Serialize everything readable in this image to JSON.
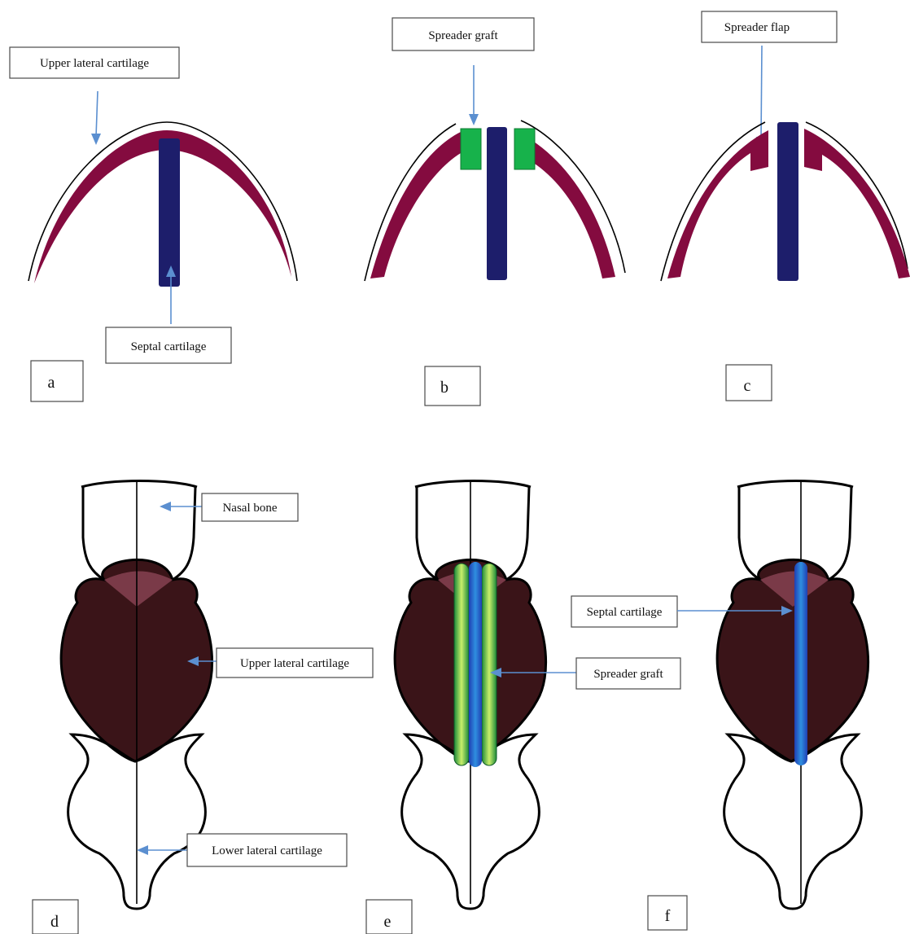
{
  "labels": {
    "upper_lateral_cartilage_a": "Upper lateral cartilage",
    "septal_cartilage_a": "Septal cartilage",
    "spreader_graft_b": "Spreader graft",
    "spreader_flap_c": "Spreader flap",
    "nasal_bone_d": "Nasal bone",
    "upper_lateral_cartilage_d": "Upper lateral cartilage",
    "lower_lateral_cartilage_d": "Lower lateral cartilage",
    "spreader_graft_e": "Spreader graft",
    "septal_cartilage_f": "Septal cartilage"
  },
  "panels": {
    "a": "a",
    "b": "b",
    "c": "c",
    "d": "d",
    "e": "e",
    "f": "f"
  },
  "colors": {
    "upper_lateral_cartilage": "#840b3f",
    "septal_cartilage": "#1d1e6b",
    "spreader_graft": "#17b24b",
    "arrow": "#5b8fd0",
    "ulc_dorsal_view": "#3a1418"
  }
}
